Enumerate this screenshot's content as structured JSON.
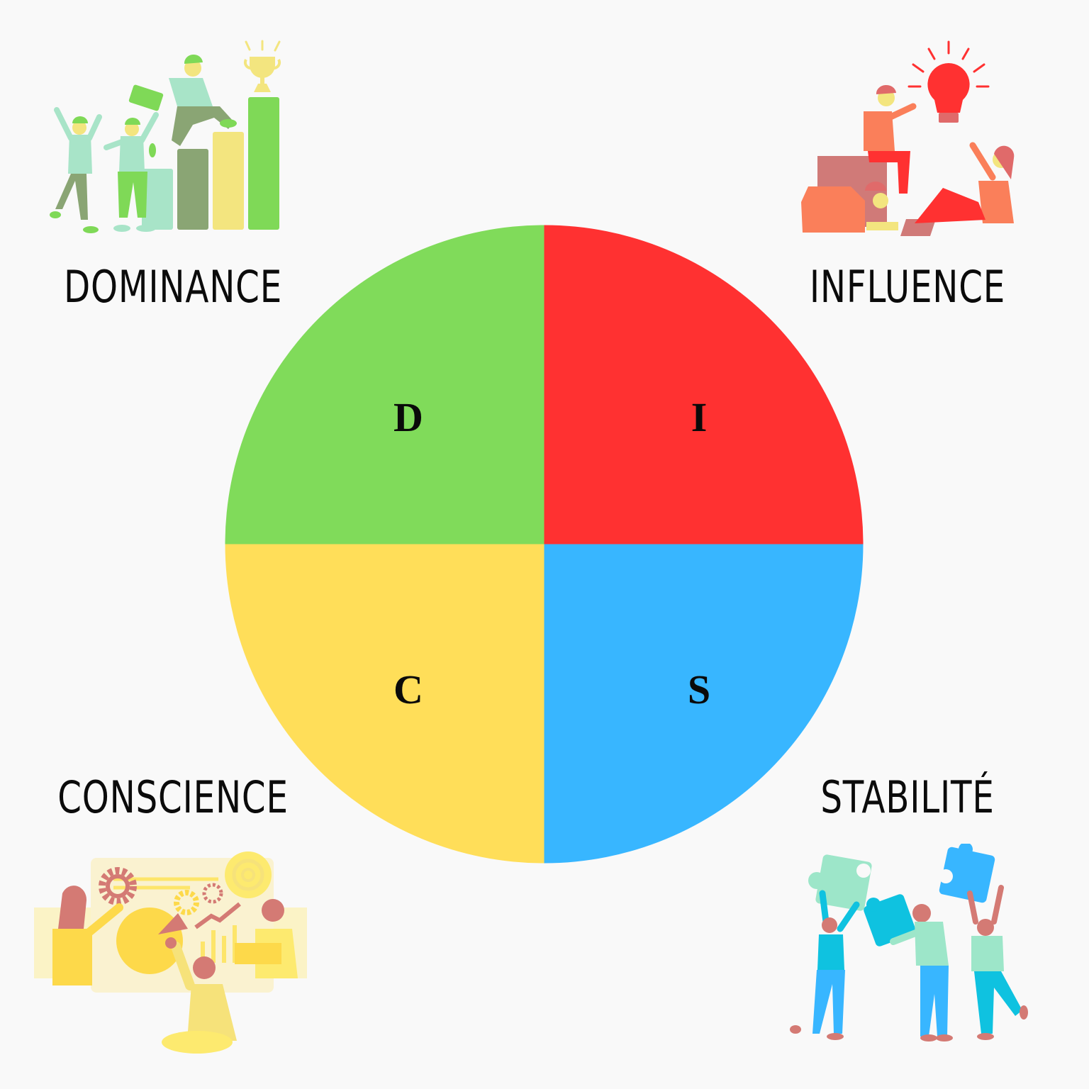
{
  "diagram": {
    "type": "DISC personality wheel",
    "quadrants": [
      {
        "id": "D",
        "letter": "D",
        "label": "DOMINANCE",
        "color": "#80db5a",
        "position": "top-left",
        "illustration": "team-climbing-bar-chart-trophy"
      },
      {
        "id": "I",
        "letter": "I",
        "label": "INFLUENCE",
        "color": "#ff3131",
        "position": "top-right",
        "illustration": "team-reaching-lightbulb"
      },
      {
        "id": "S",
        "letter": "S",
        "label": "STABILITÉ",
        "color": "#38b6ff",
        "position": "bottom-right",
        "illustration": "team-assembling-puzzle"
      },
      {
        "id": "C",
        "letter": "C",
        "label": "CONSCIENCE",
        "color": "#ffde59",
        "position": "bottom-left",
        "illustration": "team-analyzing-charts-gears"
      }
    ]
  },
  "colors": {
    "background": "#f9f9f9",
    "text": "#0b0b0b"
  }
}
